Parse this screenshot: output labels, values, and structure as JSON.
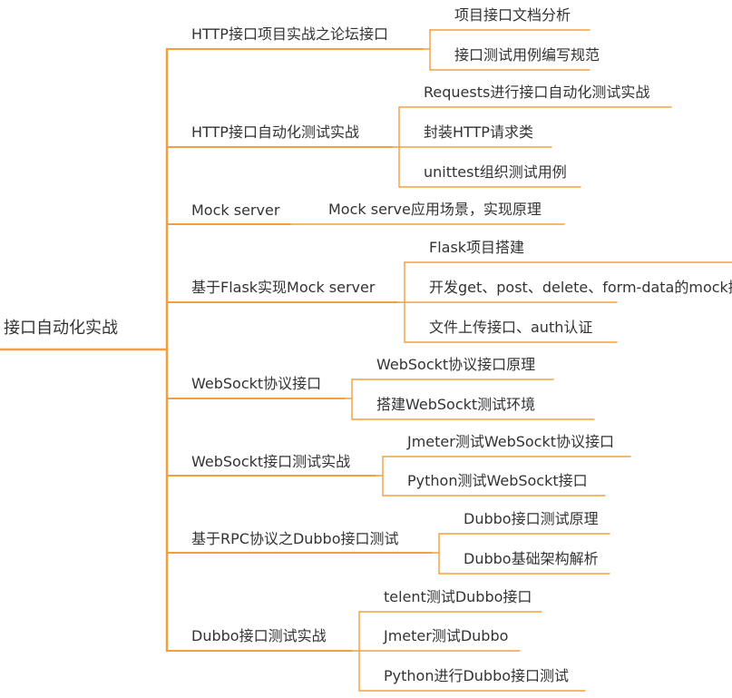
{
  "mindmap": {
    "colors": {
      "branch": "#f2a03d",
      "underline": "#f2a03d",
      "text": "#333333",
      "background": "#ffffff"
    },
    "root": {
      "label": "接口自动化实战"
    },
    "topics": [
      {
        "label": "HTTP接口项目实战之论坛接口",
        "children": [
          "项目接口文档分析",
          "接口测试用例编写规范"
        ]
      },
      {
        "label": "HTTP接口自动化测试实战",
        "children": [
          "Requests进行接口自动化测试实战",
          "封装HTTP请求类",
          "unittest组织测试用例"
        ]
      },
      {
        "label": "Mock server",
        "children": [
          "Mock serve应用场景，实现原理"
        ]
      },
      {
        "label": "基于Flask实现Mock server",
        "children": [
          "Flask项目搭建",
          "开发get、post、delete、form-data的mock接",
          "文件上传接口、auth认证"
        ]
      },
      {
        "label": "WebSockt协议接口",
        "children": [
          "WebSockt协议接口原理",
          "搭建WebSockt测试环境"
        ]
      },
      {
        "label": "WebSockt接口测试实战",
        "children": [
          "Jmeter测试WebSockt协议接口",
          "Python测试WebSockt接口"
        ]
      },
      {
        "label": "基于RPC协议之Dubbo接口测试",
        "children": [
          "Dubbo接口测试原理",
          "Dubbo基础架构解析"
        ]
      },
      {
        "label": "Dubbo接口测试实战",
        "children": [
          "telent测试Dubbo接口",
          "Jmeter测试Dubbo",
          "Python进行Dubbo接口测试"
        ]
      }
    ]
  }
}
